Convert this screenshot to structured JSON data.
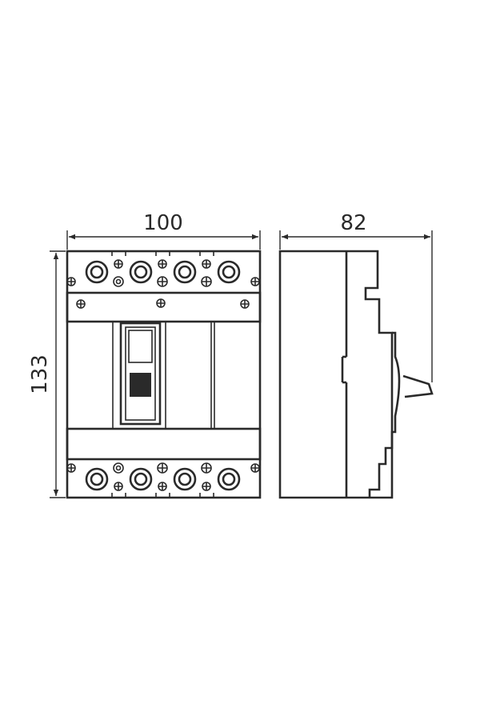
{
  "dimensions": {
    "width": "100",
    "height": "133",
    "depth": "82"
  },
  "colors": {
    "line": "#2a2a2a",
    "background": "#ffffff",
    "handle_fill": "#2a2a2a"
  }
}
